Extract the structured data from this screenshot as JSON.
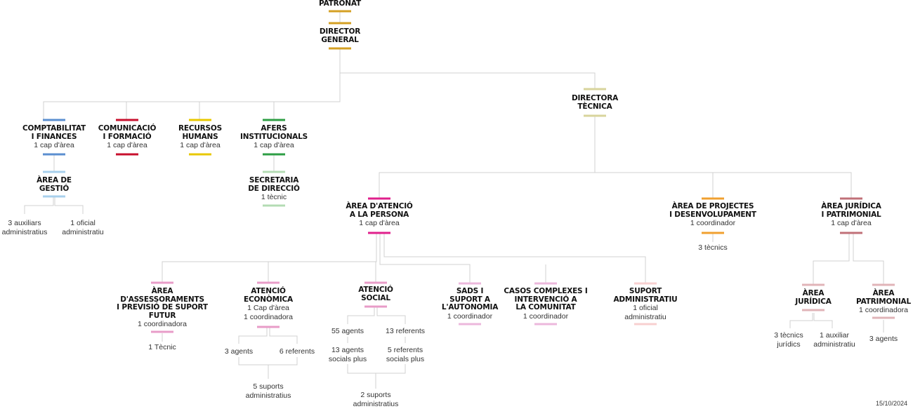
{
  "colors": {
    "line": "#d0d0d0",
    "gold": "#d4a024",
    "khaki": "#d8d49c",
    "blue": "#5b8fd0",
    "red": "#c8102e",
    "yellow": "#e8c800",
    "green": "#2e9e44",
    "lightblue": "#a8d0ec",
    "lightgreen": "#b4dcb4",
    "magenta": "#e0208c",
    "orange": "#f0a030",
    "rose": "#c07078",
    "pink": "#e89cc8",
    "lightpink": "#ecb8dc",
    "peach": "#f8d0d0",
    "dustypink": "#e0b4b8"
  },
  "nodes": {
    "patronat": {
      "title": "PATRONAT"
    },
    "director_general": {
      "title": "DIRECTOR GENERAL",
      "l1": "DIRECTOR",
      "l2": "GENERAL"
    },
    "directora_tecnica": {
      "l1": "DIRECTORA",
      "l2": "TÈCNICA"
    },
    "comptabilitat": {
      "l1": "COMPTABILITAT",
      "l2": "I FINANCES",
      "staff": "1 cap d'àrea"
    },
    "comunicacio": {
      "l1": "COMUNICACIÓ",
      "l2": "I FORMACIÓ",
      "staff": "1 cap d'àrea"
    },
    "recursos": {
      "l1": "RECURSOS",
      "l2": "HUMANS",
      "staff": "1 cap d'àrea"
    },
    "afers": {
      "l1": "AFERS",
      "l2": "INSTITUCIONALS",
      "staff": "1 cap d'àrea"
    },
    "gestio": {
      "l1": "ÀREA DE",
      "l2": "GESTIÓ"
    },
    "gestio_children": [
      {
        "l1": "3 auxiliars",
        "l2": "administratius"
      },
      {
        "l1": "1 oficial",
        "l2": "administratiu"
      }
    ],
    "secretaria": {
      "l1": "SECRETARIA",
      "l2": "DE DIRECCIÓ",
      "staff": "1 tècnic"
    },
    "atencio_persona": {
      "l1": "ÀREA D'ATENCIÓ",
      "l2": "A LA PERSONA",
      "staff": "1 cap d'àrea"
    },
    "projectes": {
      "l1": "ÀREA DE PROJECTES",
      "l2": "I DESENVOLUPAMENT",
      "staff": "1 coordinador",
      "child": "3 tècnics"
    },
    "juridica_patrimonial": {
      "l1": "ÀREA JURÍDICA",
      "l2": "I PATRIMONIAL",
      "staff": "1 cap d'àrea"
    },
    "assessoraments": {
      "l1": "ÀREA",
      "l2": "D'ASSESSORAMENTS",
      "l3": "I PREVISIÓ DE SUPORT",
      "l4": "FUTUR",
      "staff": "1 coordinadora",
      "child": "1 Tècnic"
    },
    "economica": {
      "l1": "ATENCIÓ",
      "l2": "ECONÒMICA",
      "staff1": "1 Cap d'àrea",
      "staff2": "1 coordinadora",
      "children": [
        "3 agents",
        "6 referents"
      ],
      "bottom1": "5 suports",
      "bottom2": "administratius"
    },
    "social": {
      "l1": "ATENCIÓ",
      "l2": "SOCIAL",
      "left1": "55 agents",
      "right1": "13 referents",
      "left2a": "13 agents",
      "left2b": "socials plus",
      "right2a": "5 referents",
      "right2b": "socials plus",
      "bottom1": "2 suports",
      "bottom2": "administratius"
    },
    "sads": {
      "l1": "SADS I",
      "l2": "SUPORT A",
      "l3": "L'AUTONOMIA",
      "staff": "1 coordinador"
    },
    "casos": {
      "l1": "CASOS COMPLEXES I",
      "l2": "INTERVENCIÓ A",
      "l3": "LA COMUNITAT",
      "staff": "1 coordinador"
    },
    "suport": {
      "l1": "SUPORT",
      "l2": "ADMINISTRATIU",
      "staff1": "1 oficial",
      "staff2": "administratiu"
    },
    "juridica": {
      "l1": "ÀREA",
      "l2": "JURÍDICA",
      "children": [
        {
          "l1": "3 tècnics",
          "l2": "jurídics"
        },
        {
          "l1": "1 auxiliar",
          "l2": "administratiu"
        }
      ]
    },
    "patrimonial": {
      "l1": "ÀREA",
      "l2": "PATRIMONIAL",
      "staff": "1 coordinadora",
      "child": "3 agents"
    }
  },
  "date": "15/10/2024"
}
